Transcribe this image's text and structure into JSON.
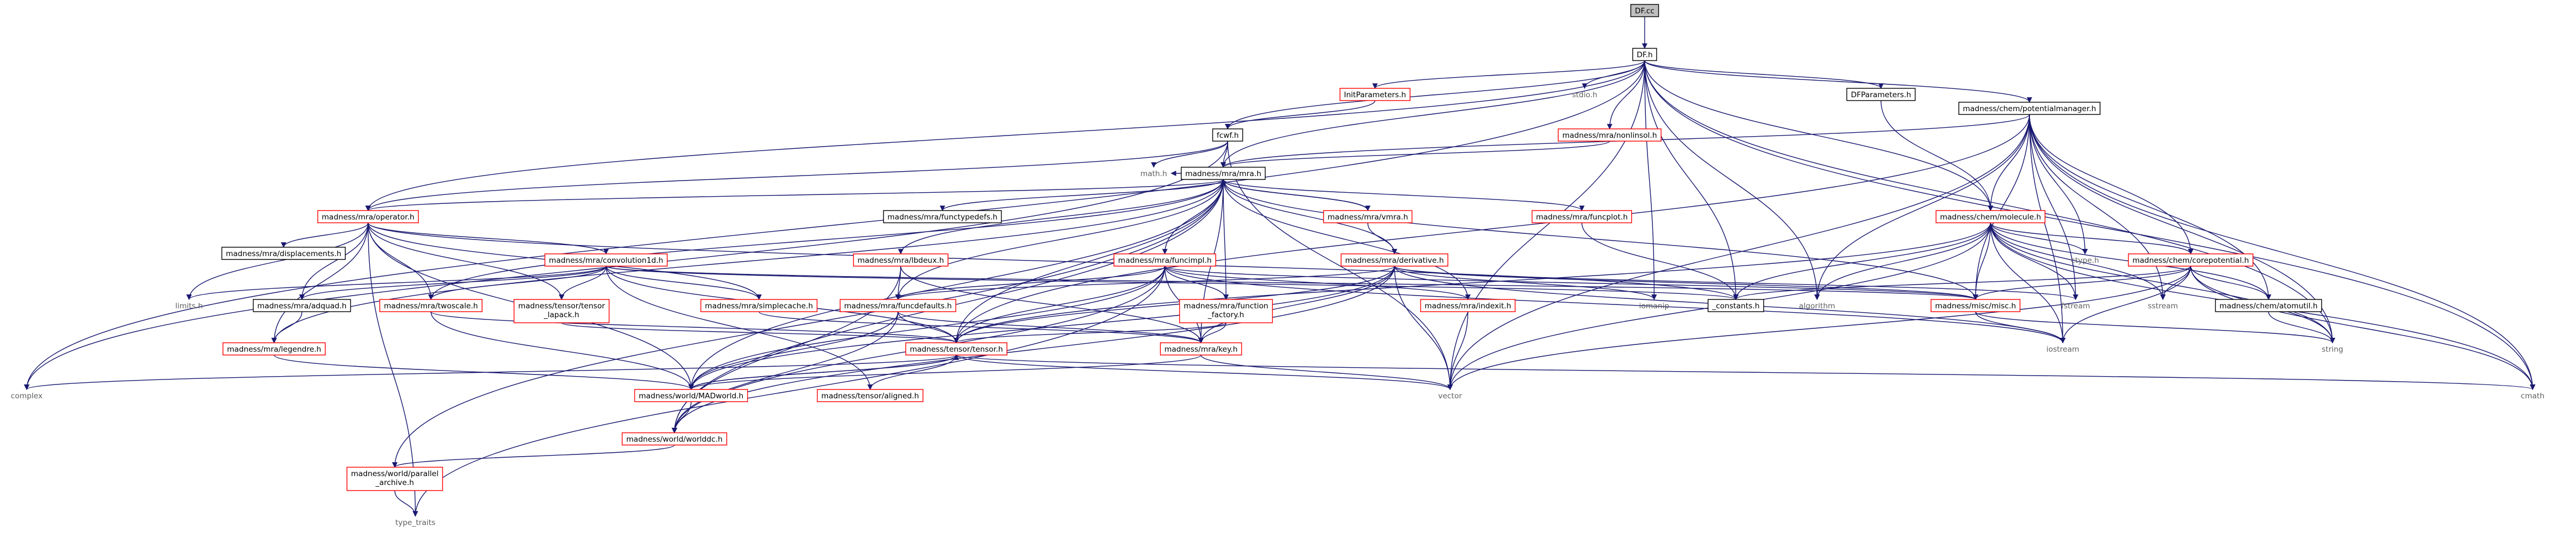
{
  "graph": {
    "nodes": [
      {
        "id": "df_cc",
        "lines": [
          "DF.cc"
        ],
        "kind": "root"
      },
      {
        "id": "df_h",
        "lines": [
          "DF.h"
        ],
        "kind": "black"
      },
      {
        "id": "initparameters_h",
        "lines": [
          "InitParameters.h"
        ],
        "kind": "red"
      },
      {
        "id": "stdio_h",
        "lines": [
          "stdio.h"
        ],
        "kind": "gray"
      },
      {
        "id": "nonlinsol_h",
        "lines": [
          "madness/mra/nonlinsol.h"
        ],
        "kind": "red"
      },
      {
        "id": "dfparameters_h",
        "lines": [
          "DFParameters.h"
        ],
        "kind": "black"
      },
      {
        "id": "potentialmanager_h",
        "lines": [
          "madness/chem/potentialmanager.h"
        ],
        "kind": "black"
      },
      {
        "id": "fcwf_h",
        "lines": [
          "fcwf.h"
        ],
        "kind": "black"
      },
      {
        "id": "math_h",
        "lines": [
          "math.h"
        ],
        "kind": "gray"
      },
      {
        "id": "mra_h",
        "lines": [
          "madness/mra/mra.h"
        ],
        "kind": "black"
      },
      {
        "id": "operator_h",
        "lines": [
          "madness/mra/operator.h"
        ],
        "kind": "red"
      },
      {
        "id": "functypedefs_h",
        "lines": [
          "madness/mra/functypedefs.h"
        ],
        "kind": "black"
      },
      {
        "id": "vmra_h",
        "lines": [
          "madness/mra/vmra.h"
        ],
        "kind": "red"
      },
      {
        "id": "funcplot_h",
        "lines": [
          "madness/mra/funcplot.h"
        ],
        "kind": "red"
      },
      {
        "id": "molecule_h",
        "lines": [
          "madness/chem/molecule.h"
        ],
        "kind": "red"
      },
      {
        "id": "displacements_h",
        "lines": [
          "madness/mra/displacements.h"
        ],
        "kind": "black"
      },
      {
        "id": "convolution1d_h",
        "lines": [
          "madness/mra/convolution1d.h"
        ],
        "kind": "red"
      },
      {
        "id": "lbdeux_h",
        "lines": [
          "madness/mra/lbdeux.h"
        ],
        "kind": "red"
      },
      {
        "id": "funcimpl_h",
        "lines": [
          "madness/mra/funcimpl.h"
        ],
        "kind": "red"
      },
      {
        "id": "derivative_h",
        "lines": [
          "madness/mra/derivative.h"
        ],
        "kind": "red"
      },
      {
        "id": "ctype_h",
        "lines": [
          "ctype.h"
        ],
        "kind": "gray"
      },
      {
        "id": "corepotential_h",
        "lines": [
          "madness/chem/corepotential.h"
        ],
        "kind": "red"
      },
      {
        "id": "limits_h",
        "lines": [
          "limits.h"
        ],
        "kind": "gray"
      },
      {
        "id": "adquad_h",
        "lines": [
          "madness/mra/adquad.h"
        ],
        "kind": "black"
      },
      {
        "id": "twoscale_h",
        "lines": [
          "madness/mra/twoscale.h"
        ],
        "kind": "red"
      },
      {
        "id": "tensor_lapack_h",
        "lines": [
          "madness/tensor/tensor",
          "_lapack.h"
        ],
        "kind": "red"
      },
      {
        "id": "simplecache_h",
        "lines": [
          "madness/mra/simplecache.h"
        ],
        "kind": "red"
      },
      {
        "id": "funcdefaults_h",
        "lines": [
          "madness/mra/funcdefaults.h"
        ],
        "kind": "red"
      },
      {
        "id": "function_factory_h",
        "lines": [
          "madness/mra/function",
          "_factory.h"
        ],
        "kind": "red"
      },
      {
        "id": "indexit_h",
        "lines": [
          "madness/mra/indexit.h"
        ],
        "kind": "red"
      },
      {
        "id": "iomanip",
        "lines": [
          "iomanip"
        ],
        "kind": "gray"
      },
      {
        "id": "constants_h",
        "lines": [
          "_constants.h"
        ],
        "kind": "black"
      },
      {
        "id": "algorithm",
        "lines": [
          "algorithm"
        ],
        "kind": "gray"
      },
      {
        "id": "misc_h",
        "lines": [
          "madness/misc/misc.h"
        ],
        "kind": "red"
      },
      {
        "id": "fstream",
        "lines": [
          "fstream"
        ],
        "kind": "gray"
      },
      {
        "id": "sstream",
        "lines": [
          "sstream"
        ],
        "kind": "gray"
      },
      {
        "id": "atomutil_h",
        "lines": [
          "madness/chem/atomutil.h"
        ],
        "kind": "black"
      },
      {
        "id": "legendre_h",
        "lines": [
          "madness/mra/legendre.h"
        ],
        "kind": "red"
      },
      {
        "id": "tensor_h",
        "lines": [
          "madness/tensor/tensor.h"
        ],
        "kind": "red"
      },
      {
        "id": "key_h",
        "lines": [
          "madness/mra/key.h"
        ],
        "kind": "red"
      },
      {
        "id": "iostream",
        "lines": [
          "iostream"
        ],
        "kind": "gray"
      },
      {
        "id": "string",
        "lines": [
          "string"
        ],
        "kind": "gray"
      },
      {
        "id": "complex",
        "lines": [
          "complex"
        ],
        "kind": "gray"
      },
      {
        "id": "madworld_h",
        "lines": [
          "madness/world/MADworld.h"
        ],
        "kind": "red"
      },
      {
        "id": "aligned_h",
        "lines": [
          "madness/tensor/aligned.h"
        ],
        "kind": "red"
      },
      {
        "id": "vector",
        "lines": [
          "vector"
        ],
        "kind": "gray"
      },
      {
        "id": "cmath",
        "lines": [
          "cmath"
        ],
        "kind": "gray"
      },
      {
        "id": "worlddc_h",
        "lines": [
          "madness/world/worlddc.h"
        ],
        "kind": "red"
      },
      {
        "id": "parallel_archive_h",
        "lines": [
          "madness/world/parallel",
          "_archive.h"
        ],
        "kind": "red"
      },
      {
        "id": "type_traits",
        "lines": [
          "type_traits"
        ],
        "kind": "gray"
      }
    ],
    "edges": [
      [
        "df_cc",
        "df_h"
      ],
      [
        "df_h",
        "initparameters_h"
      ],
      [
        "df_h",
        "stdio_h"
      ],
      [
        "df_h",
        "nonlinsol_h"
      ],
      [
        "df_h",
        "dfparameters_h"
      ],
      [
        "df_h",
        "potentialmanager_h"
      ],
      [
        "df_h",
        "fcwf_h"
      ],
      [
        "df_h",
        "mra_h"
      ],
      [
        "df_h",
        "operator_h"
      ],
      [
        "df_h",
        "molecule_h"
      ],
      [
        "df_h",
        "complex"
      ],
      [
        "df_h",
        "iomanip"
      ],
      [
        "df_h",
        "constants_h"
      ],
      [
        "df_h",
        "algorithm"
      ],
      [
        "df_h",
        "vector"
      ],
      [
        "df_h",
        "cmath"
      ],
      [
        "df_h",
        "string"
      ],
      [
        "initparameters_h",
        "fcwf_h"
      ],
      [
        "nonlinsol_h",
        "mra_h"
      ],
      [
        "dfparameters_h",
        "molecule_h"
      ],
      [
        "fcwf_h",
        "math_h"
      ],
      [
        "fcwf_h",
        "mra_h"
      ],
      [
        "fcwf_h",
        "operator_h"
      ],
      [
        "fcwf_h",
        "complex"
      ],
      [
        "fcwf_h",
        "vector"
      ],
      [
        "potentialmanager_h",
        "mra_h"
      ],
      [
        "potentialmanager_h",
        "molecule_h"
      ],
      [
        "potentialmanager_h",
        "corepotential_h"
      ],
      [
        "potentialmanager_h",
        "atomutil_h"
      ],
      [
        "potentialmanager_h",
        "ctype_h"
      ],
      [
        "potentialmanager_h",
        "fstream"
      ],
      [
        "potentialmanager_h",
        "iostream"
      ],
      [
        "potentialmanager_h",
        "string"
      ],
      [
        "potentialmanager_h",
        "vector"
      ],
      [
        "potentialmanager_h",
        "cmath"
      ],
      [
        "potentialmanager_h",
        "algorithm"
      ],
      [
        "potentialmanager_h",
        "sstream"
      ],
      [
        "potentialmanager_h",
        "tensor_h"
      ],
      [
        "potentialmanager_h",
        "misc_h"
      ],
      [
        "mra_h",
        "math_h"
      ],
      [
        "mra_h",
        "operator_h"
      ],
      [
        "mra_h",
        "functypedefs_h"
      ],
      [
        "mra_h",
        "vmra_h"
      ],
      [
        "mra_h",
        "funcplot_h"
      ],
      [
        "mra_h",
        "lbdeux_h"
      ],
      [
        "mra_h",
        "funcimpl_h"
      ],
      [
        "mra_h",
        "derivative_h"
      ],
      [
        "mra_h",
        "funcdefaults_h"
      ],
      [
        "mra_h",
        "function_factory_h"
      ],
      [
        "mra_h",
        "indexit_h"
      ],
      [
        "mra_h",
        "twoscale_h"
      ],
      [
        "mra_h",
        "legendre_h"
      ],
      [
        "mra_h",
        "tensor_h"
      ],
      [
        "mra_h",
        "key_h"
      ],
      [
        "mra_h",
        "worlddc_h"
      ],
      [
        "mra_h",
        "parallel_archive_h"
      ],
      [
        "mra_h",
        "misc_h"
      ],
      [
        "mra_h",
        "madworld_h"
      ],
      [
        "vmra_h",
        "mra_h"
      ],
      [
        "vmra_h",
        "derivative_h"
      ],
      [
        "funcplot_h",
        "constants_h"
      ],
      [
        "operator_h",
        "displacements_h"
      ],
      [
        "operator_h",
        "convolution1d_h"
      ],
      [
        "operator_h",
        "limits_h"
      ],
      [
        "operator_h",
        "adquad_h"
      ],
      [
        "operator_h",
        "twoscale_h"
      ],
      [
        "operator_h",
        "tensor_lapack_h"
      ],
      [
        "operator_h",
        "simplecache_h"
      ],
      [
        "operator_h",
        "type_traits"
      ],
      [
        "operator_h",
        "madworld_h"
      ],
      [
        "operator_h",
        "constants_h"
      ],
      [
        "operator_h",
        "legendre_h"
      ],
      [
        "convolution1d_h",
        "limits_h"
      ],
      [
        "convolution1d_h",
        "adquad_h"
      ],
      [
        "convolution1d_h",
        "twoscale_h"
      ],
      [
        "convolution1d_h",
        "tensor_lapack_h"
      ],
      [
        "convolution1d_h",
        "simplecache_h"
      ],
      [
        "convolution1d_h",
        "constants_h"
      ],
      [
        "convolution1d_h",
        "misc_h"
      ],
      [
        "convolution1d_h",
        "tensor_h"
      ],
      [
        "convolution1d_h",
        "aligned_h"
      ],
      [
        "lbdeux_h",
        "funcdefaults_h"
      ],
      [
        "lbdeux_h",
        "key_h"
      ],
      [
        "lbdeux_h",
        "worlddc_h"
      ],
      [
        "funcimpl_h",
        "funcdefaults_h"
      ],
      [
        "funcimpl_h",
        "function_factory_h"
      ],
      [
        "funcimpl_h",
        "key_h"
      ],
      [
        "funcimpl_h",
        "indexit_h"
      ],
      [
        "funcimpl_h",
        "tensor_h"
      ],
      [
        "funcimpl_h",
        "madworld_h"
      ],
      [
        "funcimpl_h",
        "worlddc_h"
      ],
      [
        "funcimpl_h",
        "type_traits"
      ],
      [
        "funcimpl_h",
        "iostream"
      ],
      [
        "funcimpl_h",
        "misc_h"
      ],
      [
        "derivative_h",
        "funcdefaults_h"
      ],
      [
        "derivative_h",
        "tensor_h"
      ],
      [
        "derivative_h",
        "key_h"
      ],
      [
        "derivative_h",
        "iostream"
      ],
      [
        "derivative_h",
        "iomanip"
      ],
      [
        "derivative_h",
        "fstream"
      ],
      [
        "derivative_h",
        "madworld_h"
      ],
      [
        "derivative_h",
        "worlddc_h"
      ],
      [
        "derivative_h",
        "vector"
      ],
      [
        "derivative_h",
        "misc_h"
      ],
      [
        "molecule_h",
        "corepotential_h"
      ],
      [
        "molecule_h",
        "atomutil_h"
      ],
      [
        "molecule_h",
        "ctype_h"
      ],
      [
        "molecule_h",
        "fstream"
      ],
      [
        "molecule_h",
        "sstream"
      ],
      [
        "molecule_h",
        "iostream"
      ],
      [
        "molecule_h",
        "string"
      ],
      [
        "molecule_h",
        "vector"
      ],
      [
        "molecule_h",
        "cmath"
      ],
      [
        "molecule_h",
        "algorithm"
      ],
      [
        "molecule_h",
        "tensor_h"
      ],
      [
        "molecule_h",
        "misc_h"
      ],
      [
        "molecule_h",
        "constants_h"
      ],
      [
        "corepotential_h",
        "atomutil_h"
      ],
      [
        "corepotential_h",
        "sstream"
      ],
      [
        "corepotential_h",
        "string"
      ],
      [
        "corepotential_h",
        "vector"
      ],
      [
        "corepotential_h",
        "cmath"
      ],
      [
        "corepotential_h",
        "iostream"
      ],
      [
        "corepotential_h",
        "constants_h"
      ],
      [
        "corepotential_h",
        "misc_h"
      ],
      [
        "atomutil_h",
        "string"
      ],
      [
        "adquad_h",
        "legendre_h"
      ],
      [
        "twoscale_h",
        "tensor_h"
      ],
      [
        "twoscale_h",
        "madworld_h"
      ],
      [
        "tensor_lapack_h",
        "tensor_h"
      ],
      [
        "simplecache_h",
        "key_h"
      ],
      [
        "funcdefaults_h",
        "tensor_h"
      ],
      [
        "funcdefaults_h",
        "key_h"
      ],
      [
        "funcdefaults_h",
        "madworld_h"
      ],
      [
        "funcdefaults_h",
        "worlddc_h"
      ],
      [
        "function_factory_h",
        "tensor_h"
      ],
      [
        "function_factory_h",
        "key_h"
      ],
      [
        "indexit_h",
        "vector"
      ],
      [
        "misc_h",
        "iostream"
      ],
      [
        "misc_h",
        "string"
      ],
      [
        "legendre_h",
        "madworld_h"
      ],
      [
        "tensor_h",
        "complex"
      ],
      [
        "tensor_h",
        "vector"
      ],
      [
        "tensor_h",
        "cmath"
      ],
      [
        "tensor_h",
        "madworld_h"
      ],
      [
        "tensor_h",
        "aligned_h"
      ],
      [
        "key_h",
        "vector"
      ],
      [
        "key_h",
        "madworld_h"
      ],
      [
        "madworld_h",
        "tensor_h"
      ],
      [
        "madworld_h",
        "worlddc_h"
      ],
      [
        "worlddc_h",
        "parallel_archive_h"
      ],
      [
        "parallel_archive_h",
        "type_traits"
      ]
    ]
  }
}
